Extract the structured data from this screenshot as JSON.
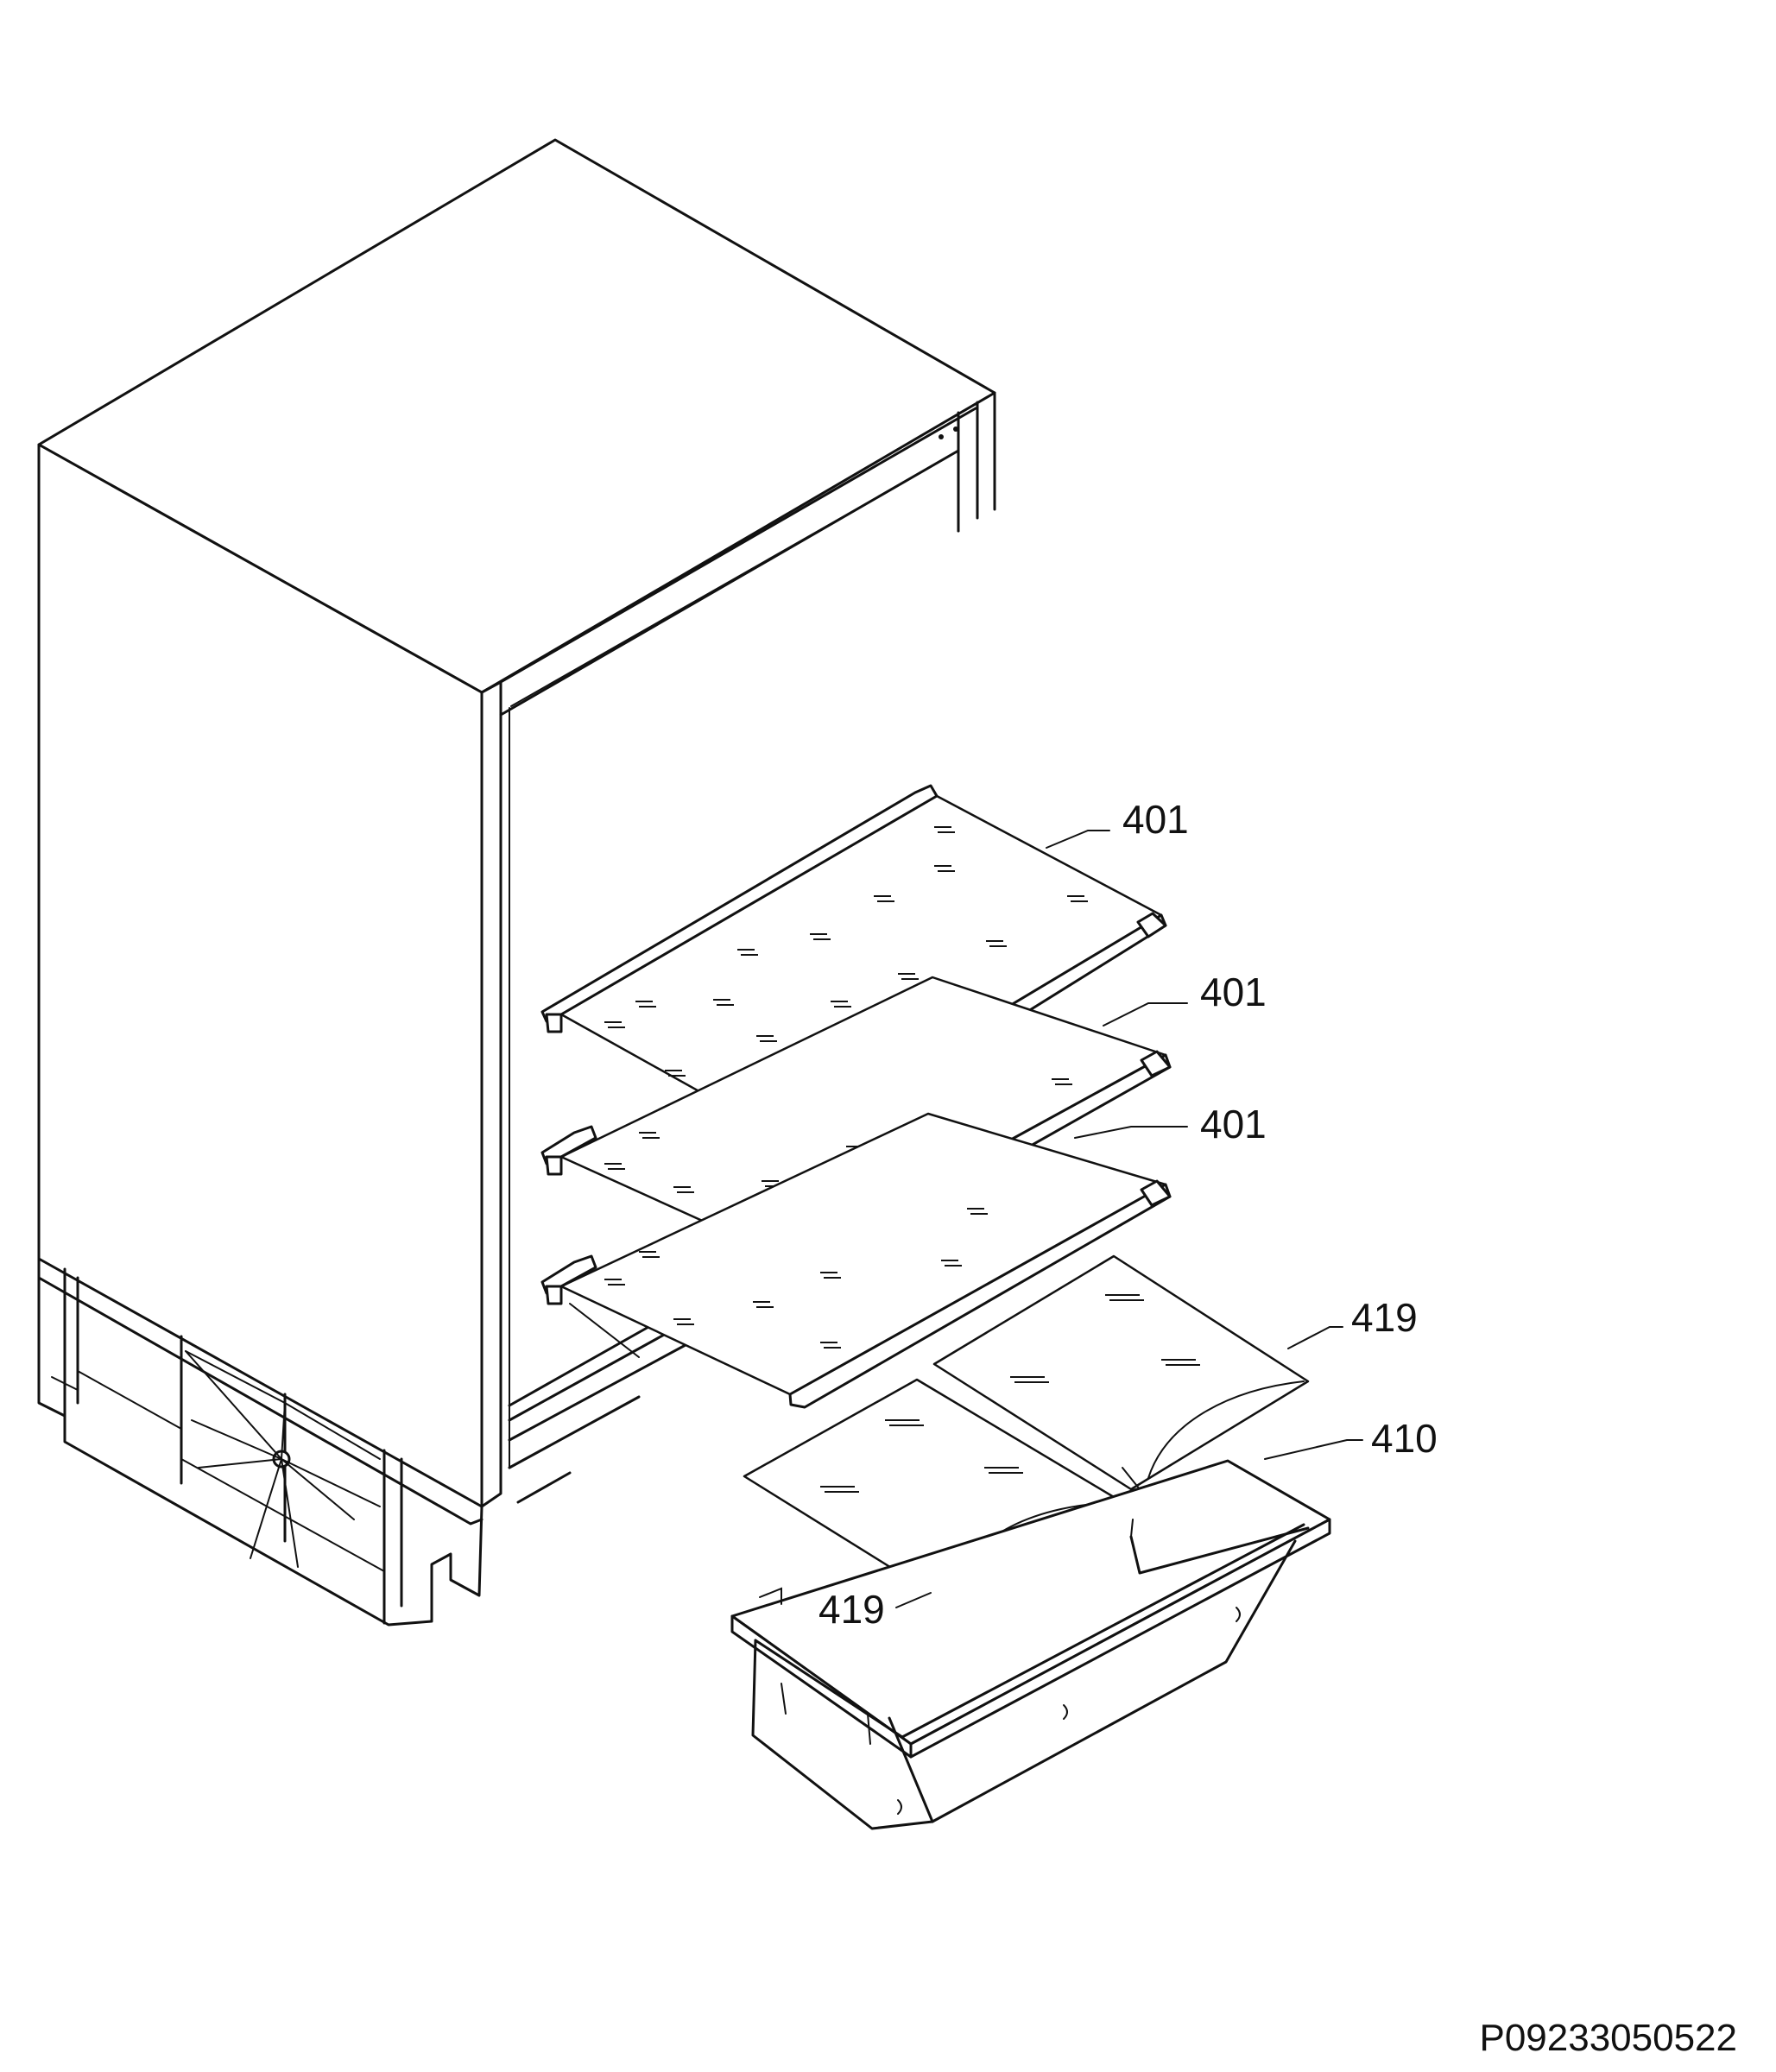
{
  "callouts": [
    {
      "id": "shelf-1",
      "label": "401"
    },
    {
      "id": "shelf-2",
      "label": "401"
    },
    {
      "id": "shelf-3",
      "label": "401"
    },
    {
      "id": "crisper-cover-back",
      "label": "419"
    },
    {
      "id": "crisper-drawer",
      "label": "410"
    },
    {
      "id": "crisper-cover-front",
      "label": "419"
    }
  ],
  "drawing_code": "P09233050522"
}
